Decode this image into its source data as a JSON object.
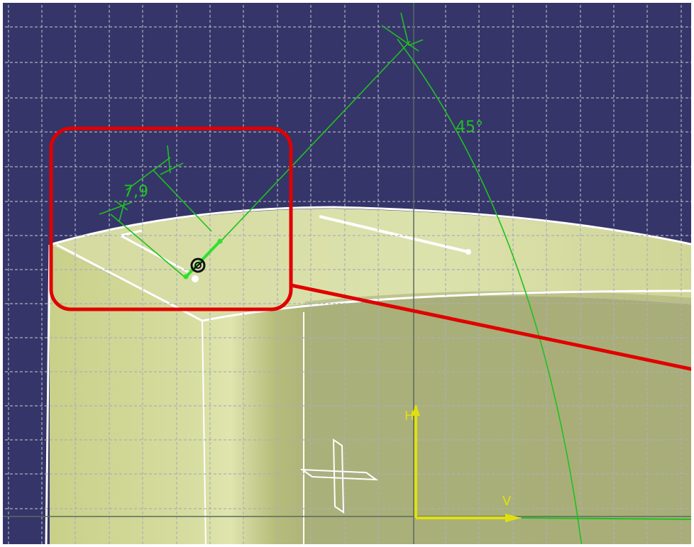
{
  "viewer": {
    "background_color": "#35356a",
    "grid_color": "#aab0b8",
    "part_color": "#d2d99a",
    "sketch_color": "#20c020",
    "axis_color": "#e0e010",
    "highlight_color": "#e00000"
  },
  "dimensions": {
    "length_label": "7,9",
    "angle_label": "45°"
  },
  "axes": {
    "h_label": "H",
    "v_label": "V"
  },
  "icons": {
    "cursor": "pointer-target-icon",
    "compass": "compass-cross-icon"
  }
}
